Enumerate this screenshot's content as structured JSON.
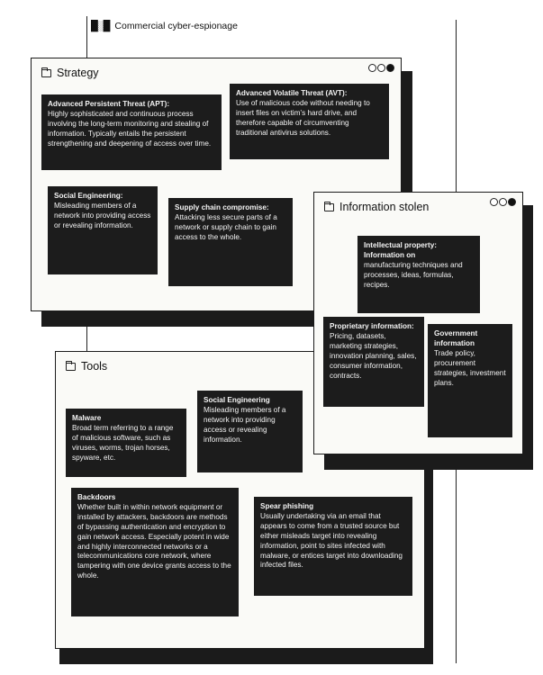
{
  "header": {
    "icon": "network-icon",
    "label": "Commercial cyber-espionage"
  },
  "windows": {
    "strategy": {
      "title": "Strategy",
      "cards": [
        {
          "title": "Advanced Persistent Threat (APT):",
          "text": "Highly sophisticated and continuous process involving the long-term monitoring and stealing of information. Typically entails the persistent strengthening and deepening of access over time."
        },
        {
          "title": "Advanced Volatile Threat (AVT):",
          "text": "Use of malicious code without needing to insert files on victim’s hard drive, and therefore capable of circumventing traditional antivirus solutions."
        },
        {
          "title": "Social Engineering:",
          "text": "Misleading members of a network into providing access or revealing information."
        },
        {
          "title": "Supply chain compromise:",
          "text": "Attacking less secure parts of a network or supply chain to gain access to the whole."
        }
      ]
    },
    "stolen": {
      "title": "Information stolen",
      "cards": [
        {
          "title": "Intellectual property: Information on",
          "text": "manufacturing techniques and processes, ideas, formulas, recipes."
        },
        {
          "title": "Proprietary information:",
          "text": "Pricing, datasets, marketing strategies, innovation planning, sales, consumer information, contracts."
        },
        {
          "title": "Government information",
          "text": "Trade policy, procurement strategies, investment plans."
        }
      ]
    },
    "tools": {
      "title": "Tools",
      "cards": [
        {
          "title": "Malware",
          "text": "Broad term referring to a range of malicious software, such as viruses, worms, trojan horses, spyware, etc."
        },
        {
          "title": "Social Engineering",
          "text": "Misleading members of a network into providing access or revealing information."
        },
        {
          "title": "Backdoors",
          "text": "Whether built in within network equipment or installed by attackers, backdoors are methods of bypassing authentication and encryption to gain network access. Especially potent in wide and highly interconnected networks or a telecommunications core network, where tampering with one device grants access to the whole."
        },
        {
          "title": "Spear phishing",
          "text": "Usually undertaking via an email that appears to come from a trusted source but either misleads target into revealing information, point to sites infected with malware, or entices target into downloading infected files."
        }
      ]
    }
  }
}
